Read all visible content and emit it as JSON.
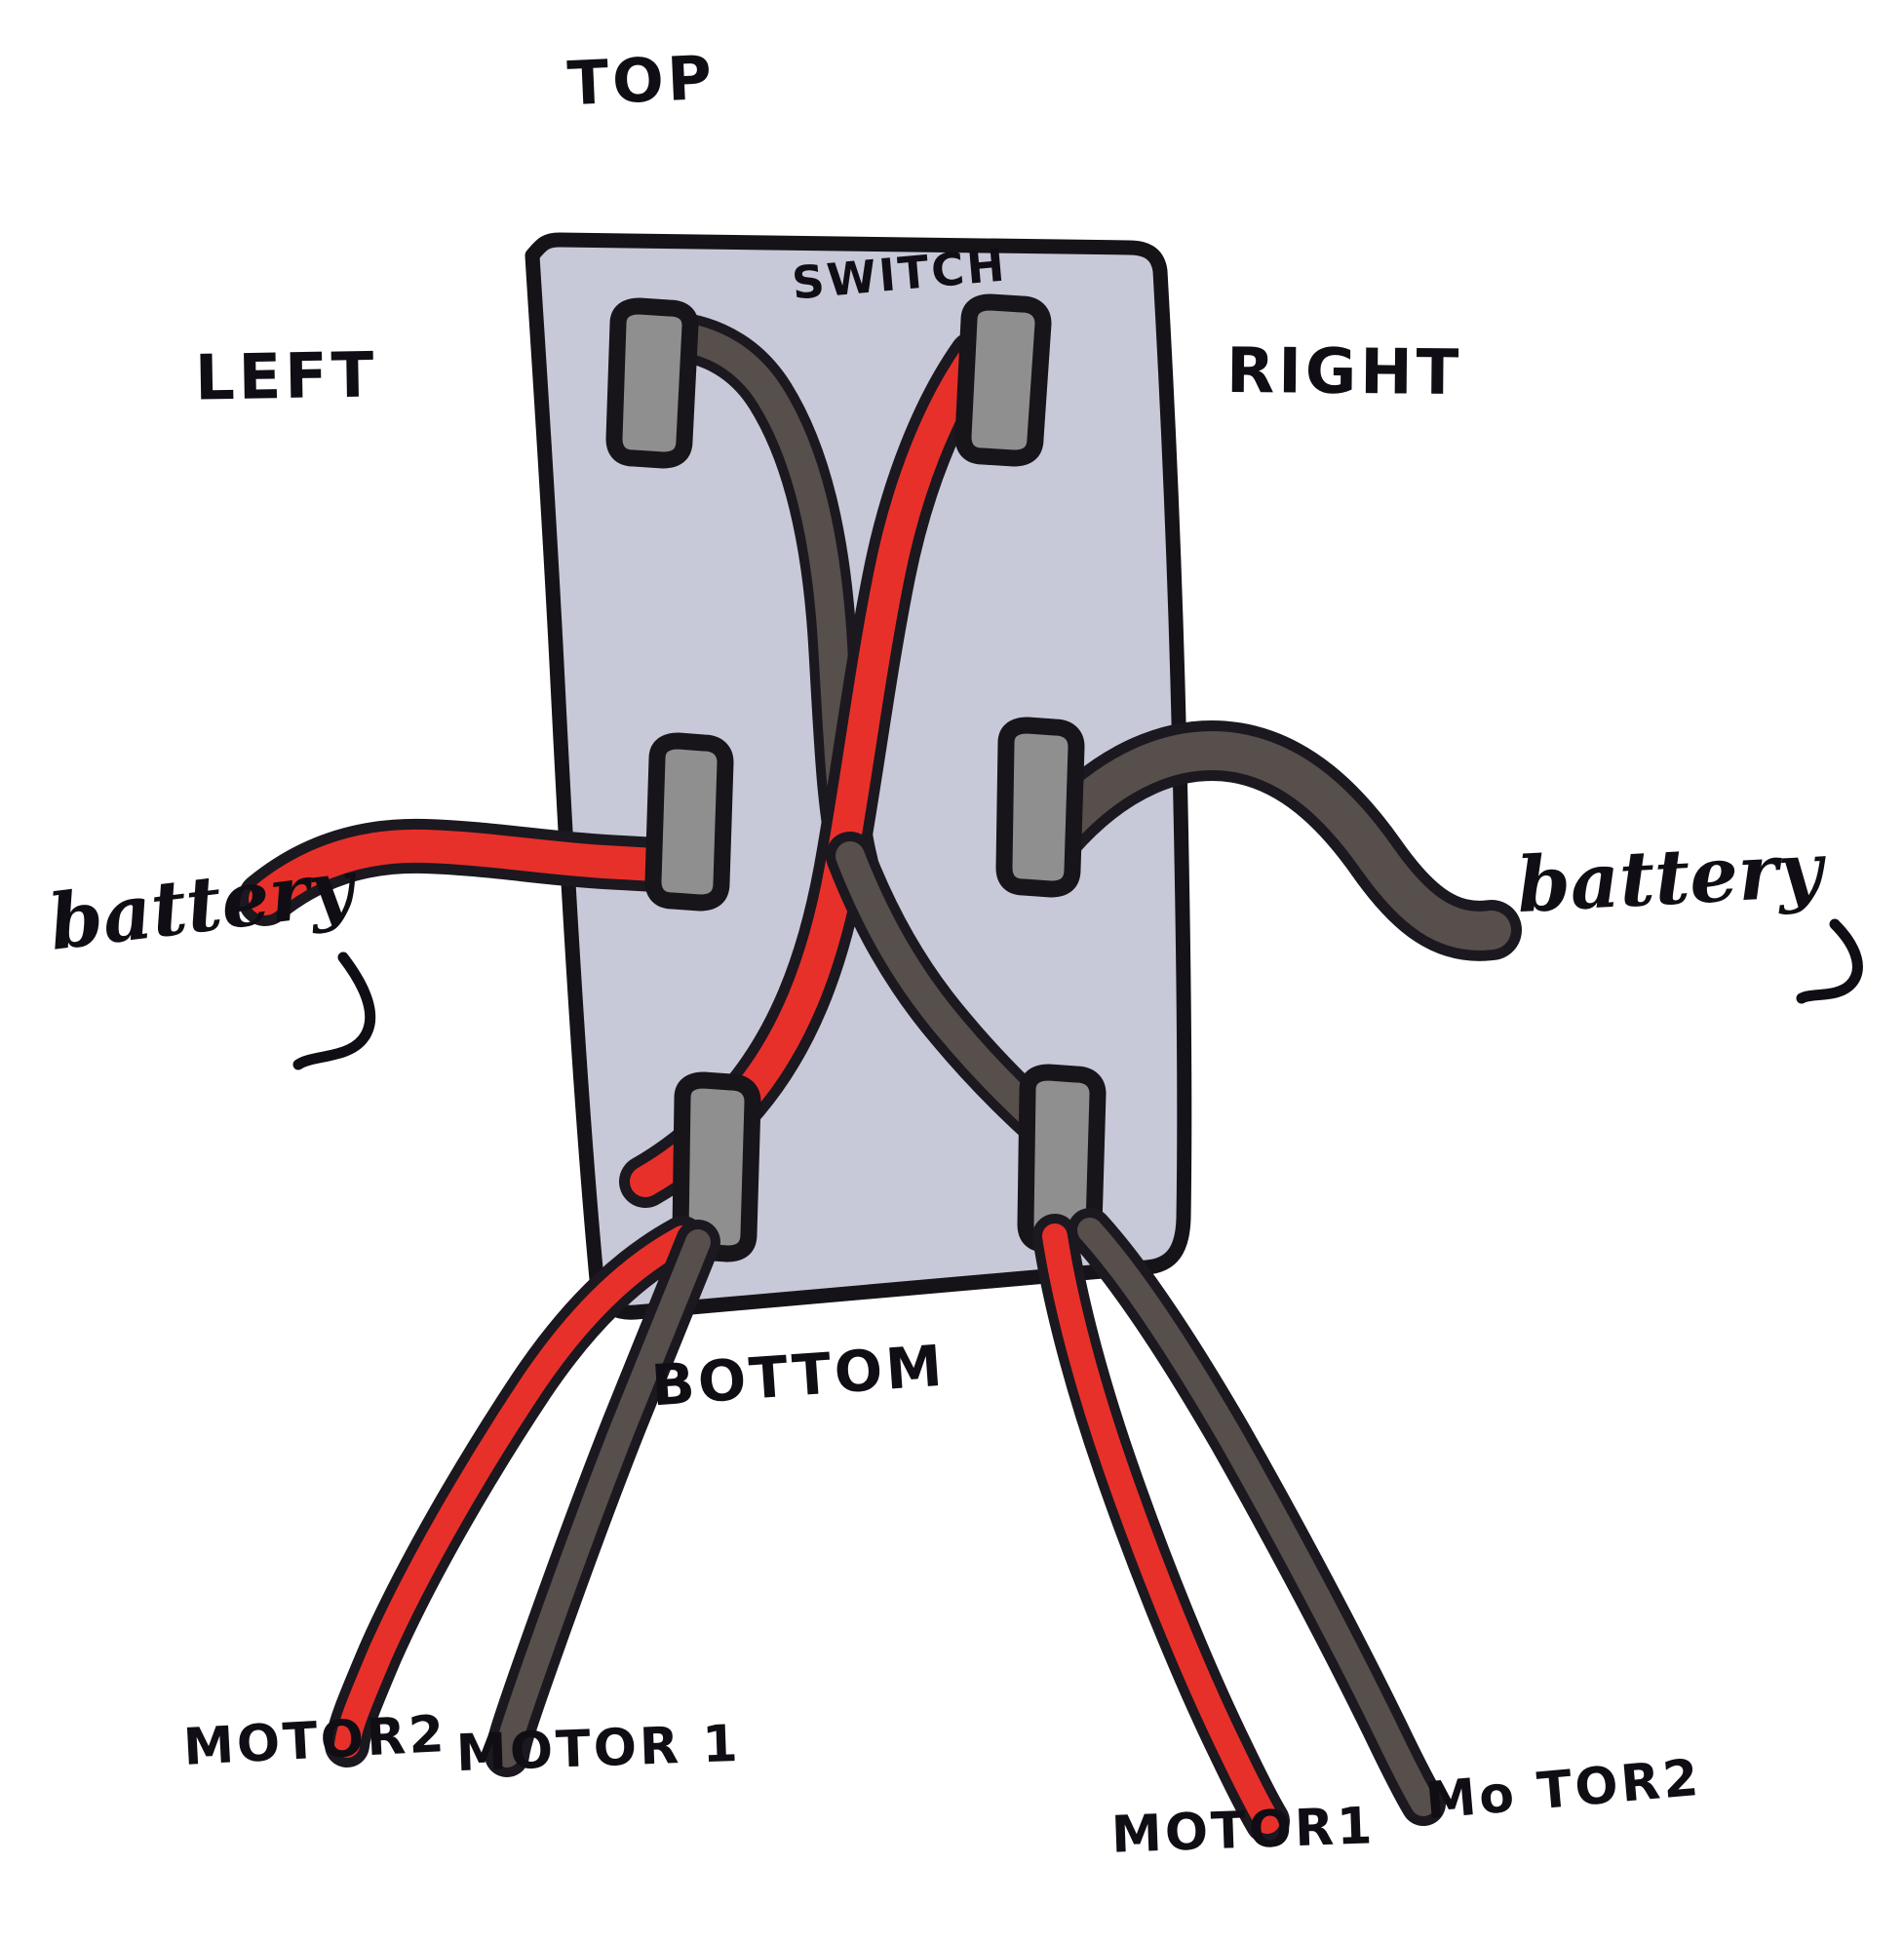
{
  "diagram": {
    "title": "Hand-drawn rocker switch wiring diagram",
    "body_label": "SWITCH",
    "orientation_labels": {
      "top": "TOP",
      "bottom": "BOTTOM",
      "left": "LEFT",
      "right": "RIGHT"
    },
    "terminal_labels": {
      "battery_left": "battery",
      "battery_right": "battery",
      "motor2_left": "MOTOR2",
      "motor1_left": "MOTOR 1",
      "motor1_right": "MOTOR1",
      "motor2_right": "Mo TOR2"
    },
    "colors": {
      "background": "#ffffff",
      "switch_body_fill": "#c8c9d8",
      "switch_body_stroke": "#161318",
      "terminal_fill": "#8f8f8f",
      "terminal_stroke": "#17141a",
      "wire_red": "#e8302a",
      "wire_dark": "#574f4b",
      "wire_outline": "#1b1820",
      "ink": "#100d14"
    },
    "terminals": [
      {
        "name": "top-left",
        "row": "top",
        "side": "left"
      },
      {
        "name": "top-right",
        "row": "top",
        "side": "right"
      },
      {
        "name": "mid-left",
        "row": "middle",
        "side": "left"
      },
      {
        "name": "mid-right",
        "row": "middle",
        "side": "right"
      },
      {
        "name": "bottom-left",
        "row": "bottom",
        "side": "left"
      },
      {
        "name": "bottom-right",
        "row": "bottom",
        "side": "right"
      }
    ],
    "wires": [
      {
        "name": "battery-left-red",
        "color": "red",
        "from": "battery (left)",
        "to": "mid-left terminal"
      },
      {
        "name": "battery-right-black",
        "color": "dark",
        "from": "battery (right)",
        "to": "mid-right terminal"
      },
      {
        "name": "top-left-to-center-black",
        "color": "dark",
        "from": "top-left terminal",
        "to": "center crossing"
      },
      {
        "name": "top-right-to-bottom-red",
        "color": "red",
        "from": "top-right terminal",
        "to": "bottom-left terminal"
      },
      {
        "name": "center-black-to-bottom-right",
        "color": "dark",
        "from": "center crossing",
        "to": "bottom-right terminal"
      },
      {
        "name": "motor2-left-red",
        "color": "red",
        "from": "bottom-left terminal",
        "to": "MOTOR2"
      },
      {
        "name": "motor1-left-black",
        "color": "dark",
        "from": "bottom-left terminal",
        "to": "MOTOR 1"
      },
      {
        "name": "motor1-right-red",
        "color": "red",
        "from": "bottom-right terminal",
        "to": "MOTOR1"
      },
      {
        "name": "motor2-right-black",
        "color": "dark",
        "from": "bottom-right terminal",
        "to": "Mo TOR2"
      }
    ]
  }
}
